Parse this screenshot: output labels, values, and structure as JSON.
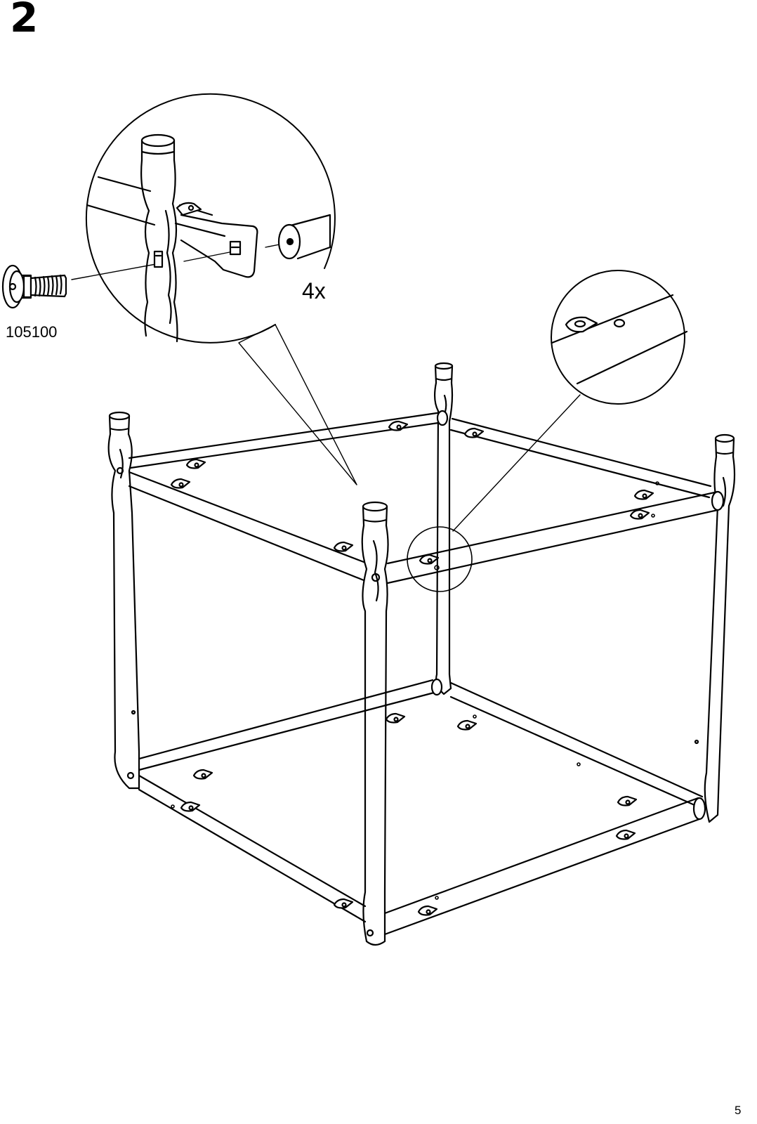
{
  "step": {
    "number": "2"
  },
  "hardware": {
    "part_number": "105100",
    "quantity": "4x"
  },
  "page": {
    "number": "5"
  },
  "icons": {
    "screw": "screw-icon",
    "zoom_detail_bracket": "magnifier-detail",
    "zoom_detail_rail": "magnifier-detail"
  }
}
